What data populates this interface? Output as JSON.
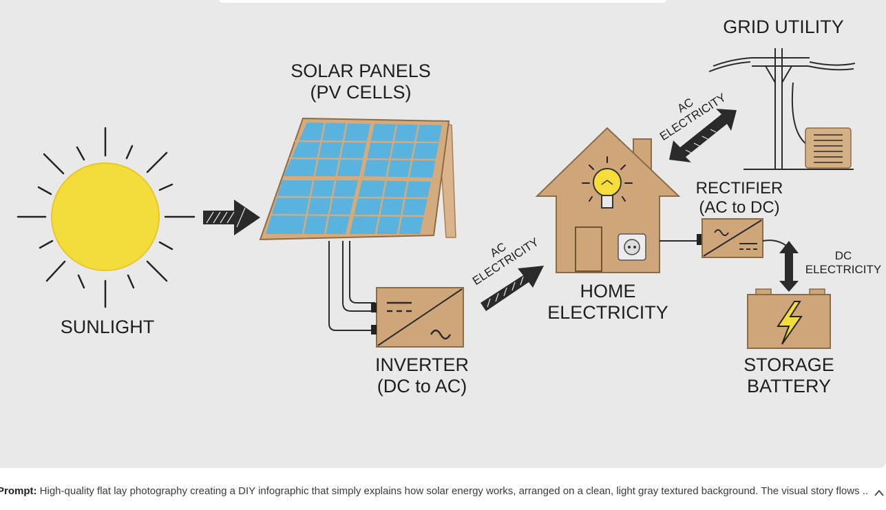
{
  "infographic": {
    "sunlight": "SUNLIGHT",
    "solar_panels_line1": "SOLAR PANELS",
    "solar_panels_line2": "(PV CELLS)",
    "inverter_line1": "INVERTER",
    "inverter_line2": "(DC to AC)",
    "ac_electricity_1_line1": "AC",
    "ac_electricity_1_line2": "ELECTRICITY",
    "home_line1": "HOME",
    "home_line2": "ELECTRICITY",
    "ac_electricity_2_line1": "AC",
    "ac_electricity_2_line2": "ELECTRICITY",
    "grid_utility": "GRID UTILITY",
    "rectifier_line1": "RECTIFIER",
    "rectifier_line2": "(AC to DC)",
    "dc_electricity_line1": "DC",
    "dc_electricity_line2": "ELECTRICITY",
    "battery_line1": "STORAGE",
    "battery_line2": "BATTERY"
  },
  "caption": {
    "prefix": "Prompt:",
    "text": "High-quality flat lay photography creating a DIY infographic that simply explains how solar energy works, arranged on a clean, light gray textured background. The visual story flows ..."
  },
  "icons": {
    "expand": "chevron-up-icon"
  },
  "colors": {
    "background": "#e9e9ea",
    "sun": "#f4dc3a",
    "cardboard": "#cfa57a",
    "panel_cell": "#5ab2de"
  }
}
